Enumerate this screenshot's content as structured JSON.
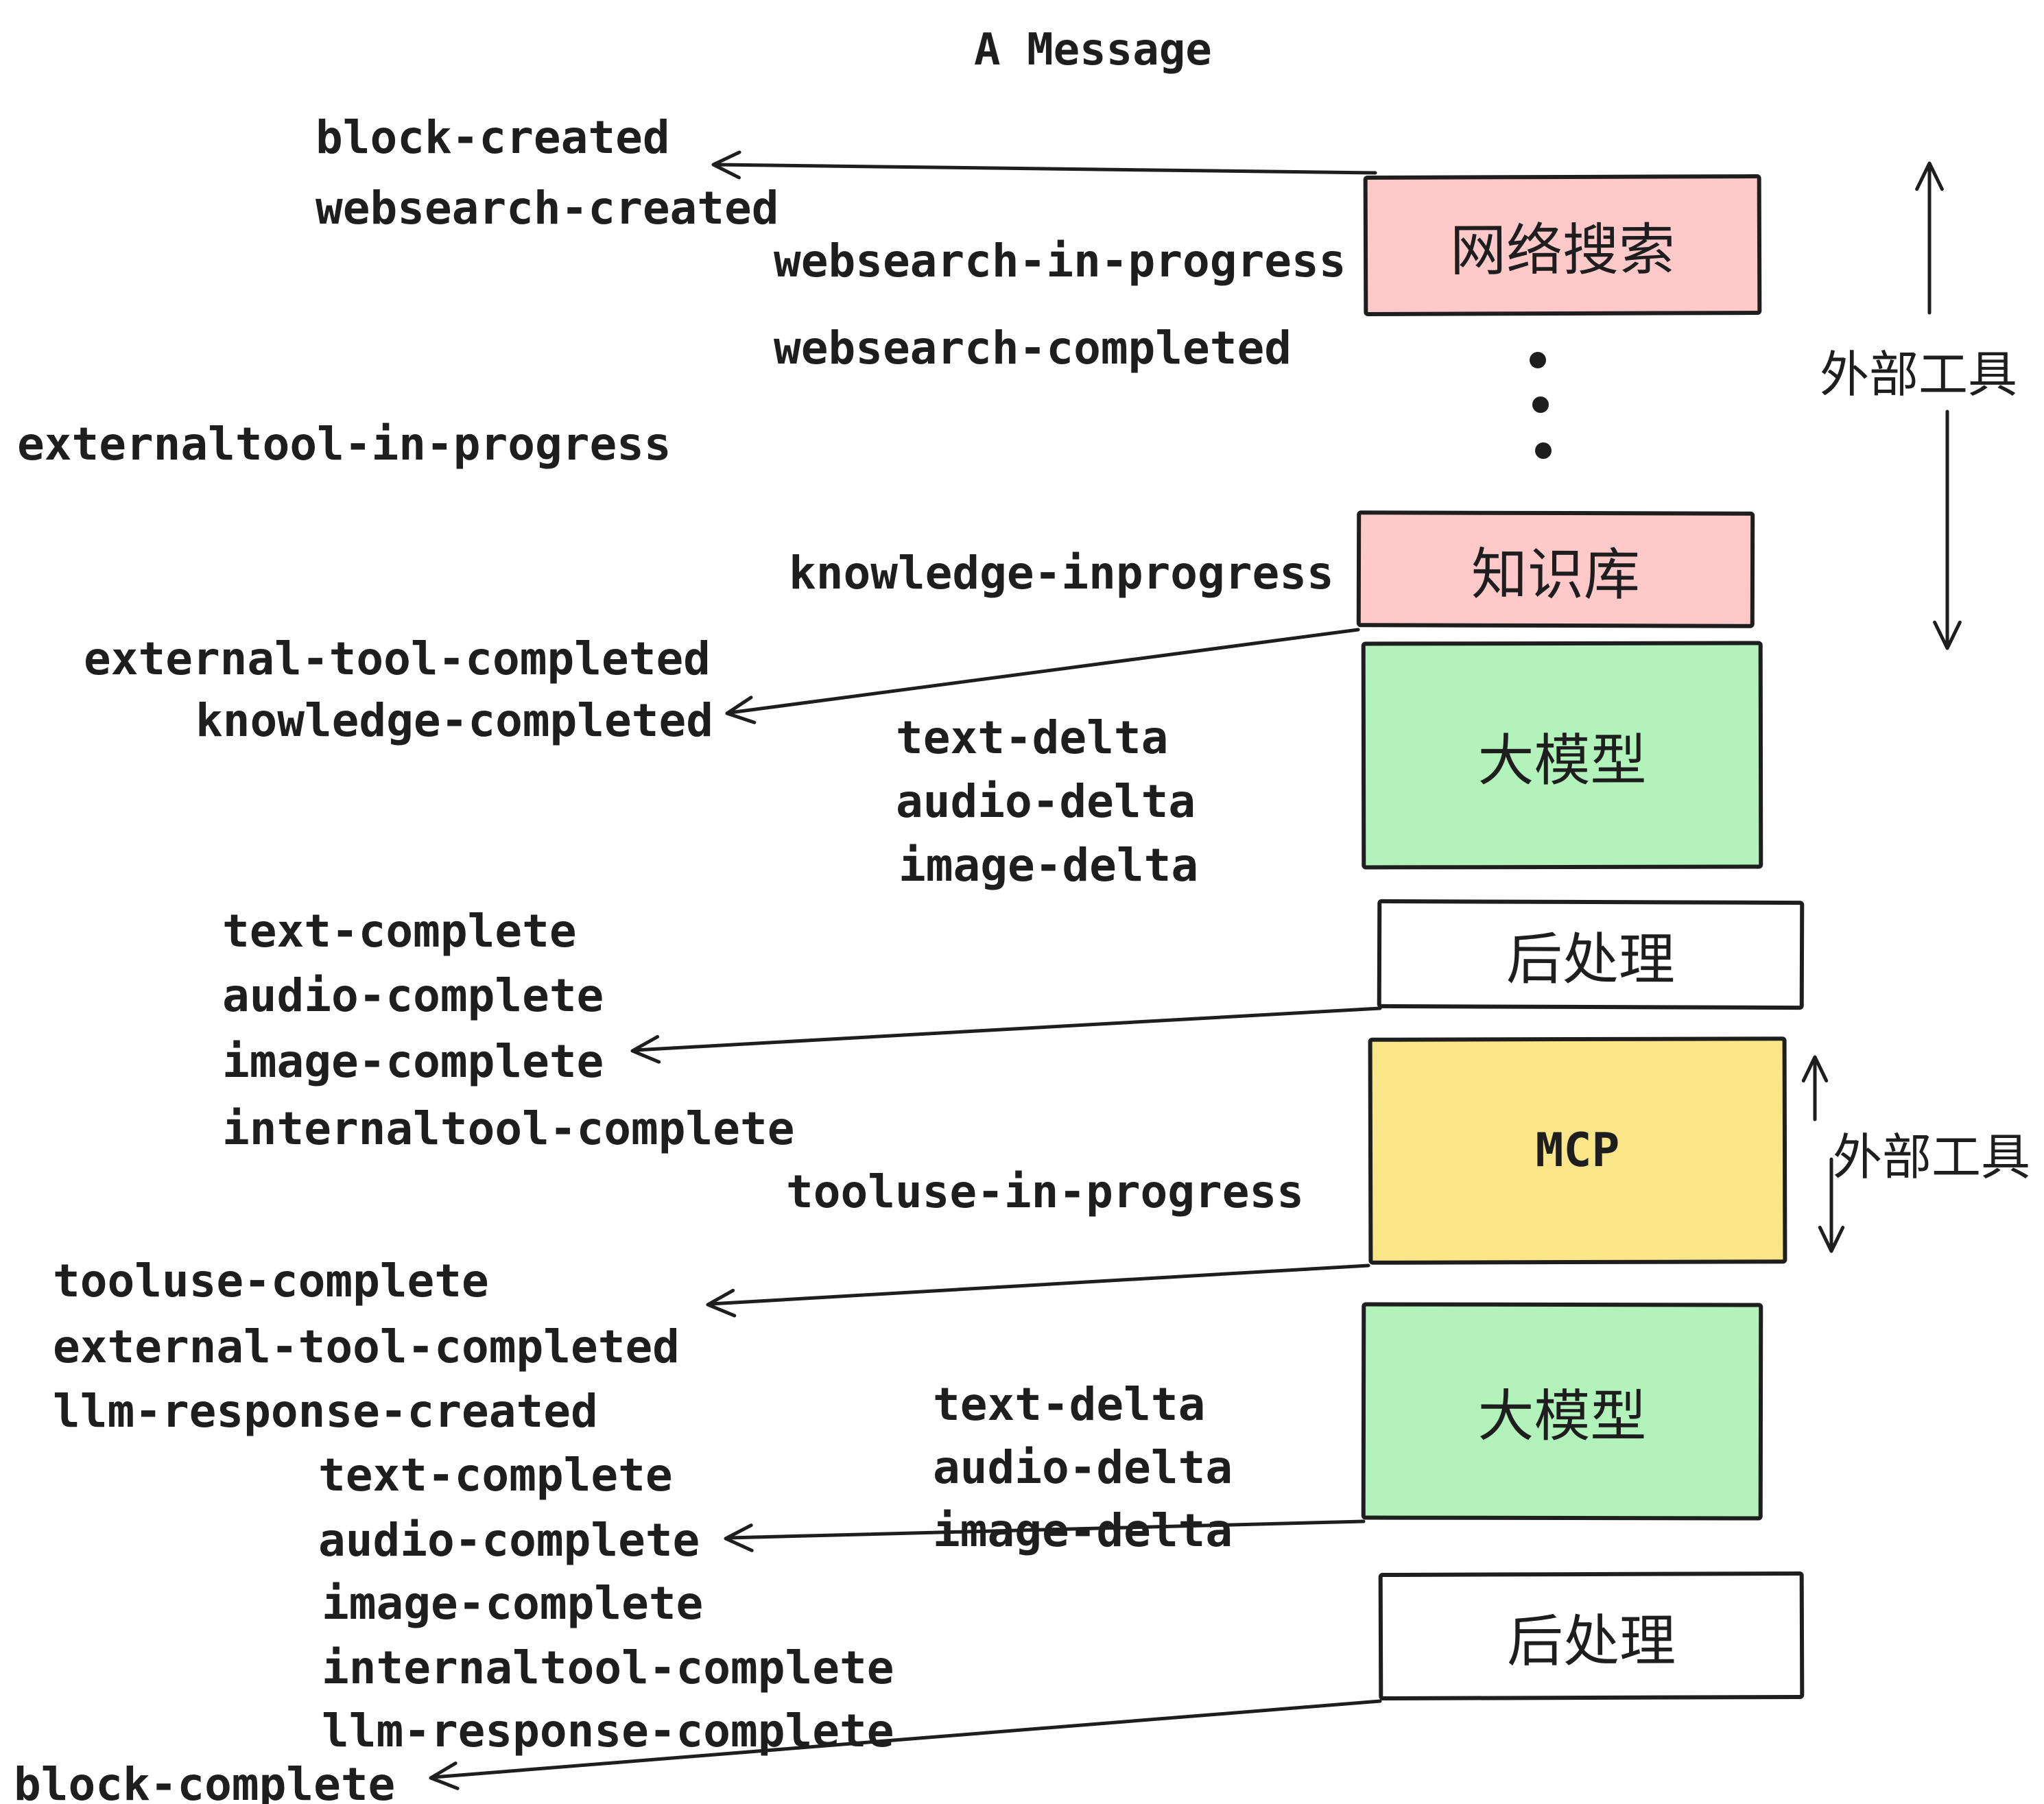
{
  "title": "A Message",
  "colors": {
    "pink": "#FFC9C9",
    "green": "#B2F2BB",
    "yellow": "#FAE588",
    "white": "#FFFFFF",
    "ink": "#1E1E1E"
  },
  "boxes": [
    {
      "id": "websearch",
      "label": "网络搜索",
      "color": "pink"
    },
    {
      "id": "knowledge",
      "label": "知识库",
      "color": "pink"
    },
    {
      "id": "llm1",
      "label": "大模型",
      "color": "green"
    },
    {
      "id": "post1",
      "label": "后处理",
      "color": "white"
    },
    {
      "id": "mcp",
      "label": "MCP",
      "color": "yellow"
    },
    {
      "id": "llm2",
      "label": "大模型",
      "color": "green"
    },
    {
      "id": "post2",
      "label": "后处理",
      "color": "white"
    }
  ],
  "side_labels": [
    {
      "text": "外部工具"
    },
    {
      "text": "外部工具"
    }
  ],
  "events": [
    {
      "text": "block-created"
    },
    {
      "text": "websearch-created"
    },
    {
      "text": "websearch-in-progress"
    },
    {
      "text": "websearch-completed"
    },
    {
      "text": "externaltool-in-progress"
    },
    {
      "text": "knowledge-inprogress"
    },
    {
      "text": "external-tool-completed"
    },
    {
      "text": "knowledge-completed"
    },
    {
      "text": "text-delta"
    },
    {
      "text": "audio-delta"
    },
    {
      "text": "image-delta"
    },
    {
      "text": "text-complete"
    },
    {
      "text": "audio-complete"
    },
    {
      "text": "image-complete"
    },
    {
      "text": "internaltool-complete"
    },
    {
      "text": "tooluse-in-progress"
    },
    {
      "text": "tooluse-complete"
    },
    {
      "text": "external-tool-completed"
    },
    {
      "text": "llm-response-created"
    },
    {
      "text": "text-complete"
    },
    {
      "text": "audio-complete"
    },
    {
      "text": "image-complete"
    },
    {
      "text": "internaltool-complete"
    },
    {
      "text": "llm-response-complete"
    },
    {
      "text": "block-complete"
    }
  ],
  "icons": {
    "vertical_ellipsis": "vertical-dots"
  }
}
